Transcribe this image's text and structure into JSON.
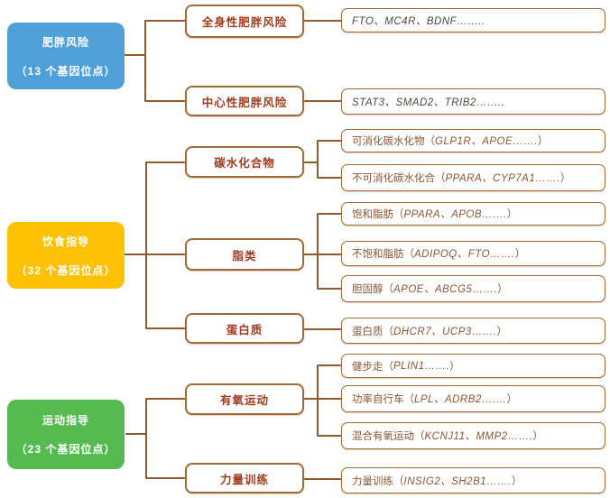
{
  "diagram": {
    "type": "mind-map",
    "palette": {
      "obesity_blue": "#4F9FD9",
      "diet_yellow": "#FFC103",
      "exercise_green": "#55BA50",
      "connector_brown": "#8F5B30",
      "branch_text_red": "#A13A1C",
      "leaf_text_brown": "#8A5533",
      "gene_text_dark": "#4F4740"
    },
    "tree": [
      {
        "label": "肥胖风险",
        "count": "（13 个基因位点）",
        "children": [
          {
            "label": "全身性肥胖风险",
            "leaves": [
              {
                "prefix": "",
                "genes": "FTO、MC4R、BDNF……..",
                "suffix": ""
              }
            ]
          },
          {
            "label": "中心性肥胖风险",
            "leaves": [
              {
                "prefix": "",
                "genes": "STAT3、SMAD2、TRIB2……..",
                "suffix": ""
              }
            ]
          }
        ]
      },
      {
        "label": "饮食指导",
        "count": "（32 个基因位点）",
        "children": [
          {
            "label": "碳水化合物",
            "leaves": [
              {
                "prefix": "可消化碳水化物（ ",
                "genes": "GLP1R、APOE…….",
                "suffix": " ）"
              },
              {
                "prefix": "不可消化碳水化合（ ",
                "genes": "PPARA、CYP7A1…….",
                "suffix": " ）"
              }
            ]
          },
          {
            "label": "脂类",
            "leaves": [
              {
                "prefix": "饱和脂肪（ ",
                "genes": "PPARA、APOB…….",
                "suffix": " ）"
              },
              {
                "prefix": "不饱和脂肪（ ",
                "genes": "ADIPOQ、FTO…….",
                "suffix": " ）"
              },
              {
                "prefix": "胆固醇（ ",
                "genes": "APOE、ABCG5…….",
                "suffix": " ）"
              }
            ]
          },
          {
            "label": "蛋白质",
            "leaves": [
              {
                "prefix": "蛋白质（ ",
                "genes": "DHCR7、UCP3…….",
                "suffix": " ）"
              }
            ]
          }
        ]
      },
      {
        "label": "运动指导",
        "count": "（23 个基因位点）",
        "children": [
          {
            "label": "有氧运动",
            "leaves": [
              {
                "prefix": "健步走（ ",
                "genes": "PLIN1…….",
                "suffix": " ）"
              },
              {
                "prefix": "功率自行车（ ",
                "genes": "LPL、ADRB2…….",
                "suffix": " ）"
              },
              {
                "prefix": "混合有氧运动（ ",
                "genes": "KCNJ11、MMP2…….",
                "suffix": " ）"
              }
            ]
          },
          {
            "label": "力量训练",
            "leaves": [
              {
                "prefix": "力量训练（ ",
                "genes": "INSIG2、SH2B1…….",
                "suffix": " ）"
              }
            ]
          }
        ]
      }
    ]
  }
}
